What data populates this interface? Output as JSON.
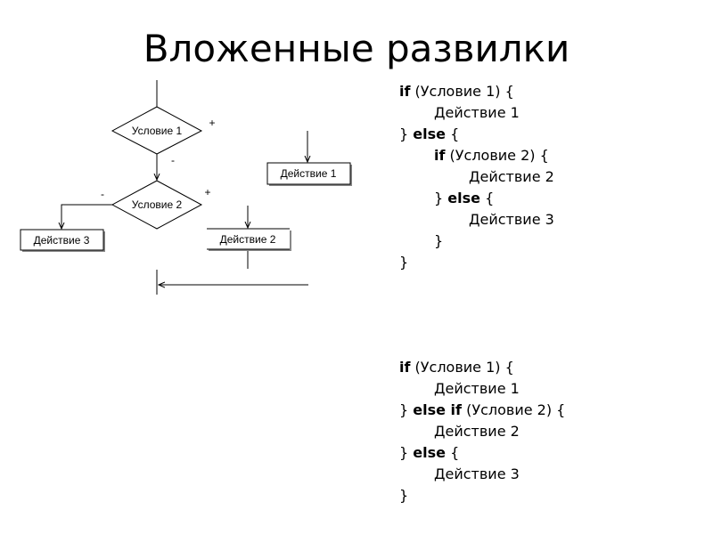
{
  "title": "Вложенные развилки",
  "flowchart": {
    "condition1": "Условие 1",
    "condition2": "Условие 2",
    "action1": "Действие 1",
    "action2": "Действие 2",
    "action3": "Действие 3",
    "c1_yes": "+",
    "c1_no": "-",
    "c2_yes": "+",
    "c2_no": "-"
  },
  "code_nested": [
    {
      "indent": 0,
      "pre": "",
      "kw": "if",
      "rest": " (Условие 1) {"
    },
    {
      "indent": 1,
      "pre": "",
      "kw": "",
      "rest": "Действие 1"
    },
    {
      "indent": 0,
      "pre": "} ",
      "kw": "else",
      "rest": " {"
    },
    {
      "indent": 1,
      "pre": "",
      "kw": "if",
      "rest": " (Условие 2) {"
    },
    {
      "indent": 2,
      "pre": "",
      "kw": "",
      "rest": "Действие 2"
    },
    {
      "indent": 1,
      "pre": "} ",
      "kw": "else",
      "rest": " {"
    },
    {
      "indent": 2,
      "pre": "",
      "kw": "",
      "rest": "Действие 3"
    },
    {
      "indent": 1,
      "pre": "}",
      "kw": "",
      "rest": ""
    },
    {
      "indent": 0,
      "pre": "}",
      "kw": "",
      "rest": ""
    }
  ],
  "code_else_if": [
    {
      "indent": 0,
      "pre": "",
      "kw": "if",
      "rest": " (Условие 1) {"
    },
    {
      "indent": 1,
      "pre": "",
      "kw": "",
      "rest": "Действие 1"
    },
    {
      "indent": 0,
      "pre": "} ",
      "kw": "else if",
      "rest": " (Условие 2) {"
    },
    {
      "indent": 1,
      "pre": "",
      "kw": "",
      "rest": "Действие 2"
    },
    {
      "indent": 0,
      "pre": "} ",
      "kw": "else",
      "rest": " {"
    },
    {
      "indent": 1,
      "pre": "",
      "kw": "",
      "rest": "Действие 3"
    },
    {
      "indent": 0,
      "pre": "}",
      "kw": "",
      "rest": ""
    }
  ]
}
